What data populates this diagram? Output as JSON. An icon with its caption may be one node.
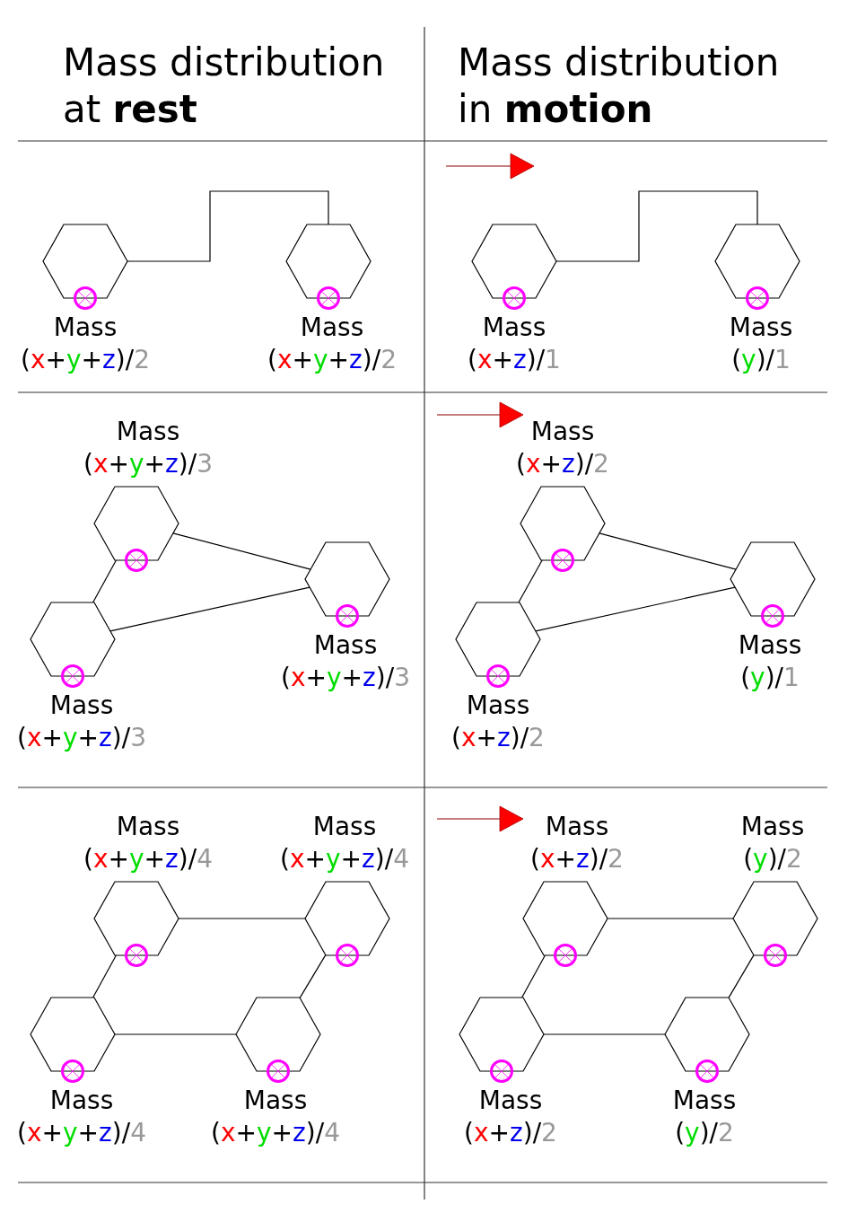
{
  "diagram": {
    "nodes": [
      {
        "text": [
          "Mass",
          "(x+y+z)/2"
        ]
      },
      {
        "text": [
          "Mass",
          "(x+y+z)/2"
        ]
      },
      {
        "text": [
          "Mass",
          "(x+z)/1"
        ]
      },
      {
        "text": [
          "Mass",
          "(y)/1"
        ]
      },
      {
        "text": [
          "Mass",
          "(x+y+z)/3"
        ]
      },
      {
        "text": [
          "Mass",
          "(x+y+z)/3"
        ]
      },
      {
        "text": [
          "Mass",
          "(x+y+z)/3"
        ]
      },
      {
        "text": [
          "Mass",
          "(x+z)/2"
        ]
      },
      {
        "text": [
          "Mass",
          "(y)/1"
        ]
      },
      {
        "text": [
          "Mass",
          "(x+z)/2"
        ]
      },
      {
        "text": [
          "Mass",
          "(x+y+z)/4"
        ]
      },
      {
        "text": [
          "Mass",
          "(x+y+z)/4"
        ]
      },
      {
        "text": [
          "Mass",
          "(x+y+z)/4"
        ]
      },
      {
        "text": [
          "Mass",
          "(x+y+z)/4"
        ]
      },
      {
        "text": [
          "Mass",
          "(x+z)/2"
        ]
      },
      {
        "text": [
          "Mass",
          "(y)/2"
        ]
      },
      {
        "text": [
          "Mass",
          "(x+z)/2"
        ]
      },
      {
        "text": [
          "Mass",
          "(y)/2"
        ]
      }
    ],
    "edges": [
      {
        "from": 0,
        "to": 1,
        "arrow": "none"
      },
      {
        "from": 2,
        "to": 3,
        "arrow": "none"
      },
      {
        "from": 4,
        "to": 5,
        "arrow": "none"
      },
      {
        "from": 5,
        "to": 6,
        "arrow": "none"
      },
      {
        "from": 6,
        "to": 4,
        "arrow": "none"
      },
      {
        "from": 7,
        "to": 8,
        "arrow": "none"
      },
      {
        "from": 8,
        "to": 9,
        "arrow": "none"
      },
      {
        "from": 9,
        "to": 7,
        "arrow": "none"
      },
      {
        "from": 10,
        "to": 11,
        "arrow": "none"
      },
      {
        "from": 11,
        "to": 13,
        "arrow": "none"
      },
      {
        "from": 13,
        "to": 12,
        "arrow": "none"
      },
      {
        "from": 12,
        "to": 10,
        "arrow": "none"
      },
      {
        "from": 14,
        "to": 15,
        "arrow": "none"
      },
      {
        "from": 15,
        "to": 17,
        "arrow": "none"
      },
      {
        "from": 17,
        "to": 16,
        "arrow": "none"
      },
      {
        "from": 16,
        "to": 14,
        "arrow": "none"
      }
    ],
    "labels": [
      "Mass distribution at **rest**",
      "Mass distribution in **motion**"
    ]
  }
}
